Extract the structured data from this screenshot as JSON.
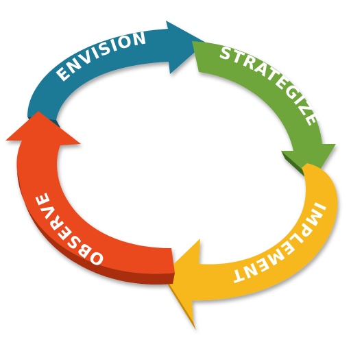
{
  "cycle": {
    "steps": [
      {
        "label": "ENVISION",
        "color": "#1f7a96",
        "dark": "#0f4f63"
      },
      {
        "label": "STRATEGIZE",
        "color": "#6ea63a",
        "dark": "#3d6b1c"
      },
      {
        "label": "IMPLEMENT",
        "color": "#f6b81a",
        "dark": "#c98800"
      },
      {
        "label": "OBSERVE",
        "color": "#e9481d",
        "dark": "#a82d0c"
      }
    ]
  }
}
